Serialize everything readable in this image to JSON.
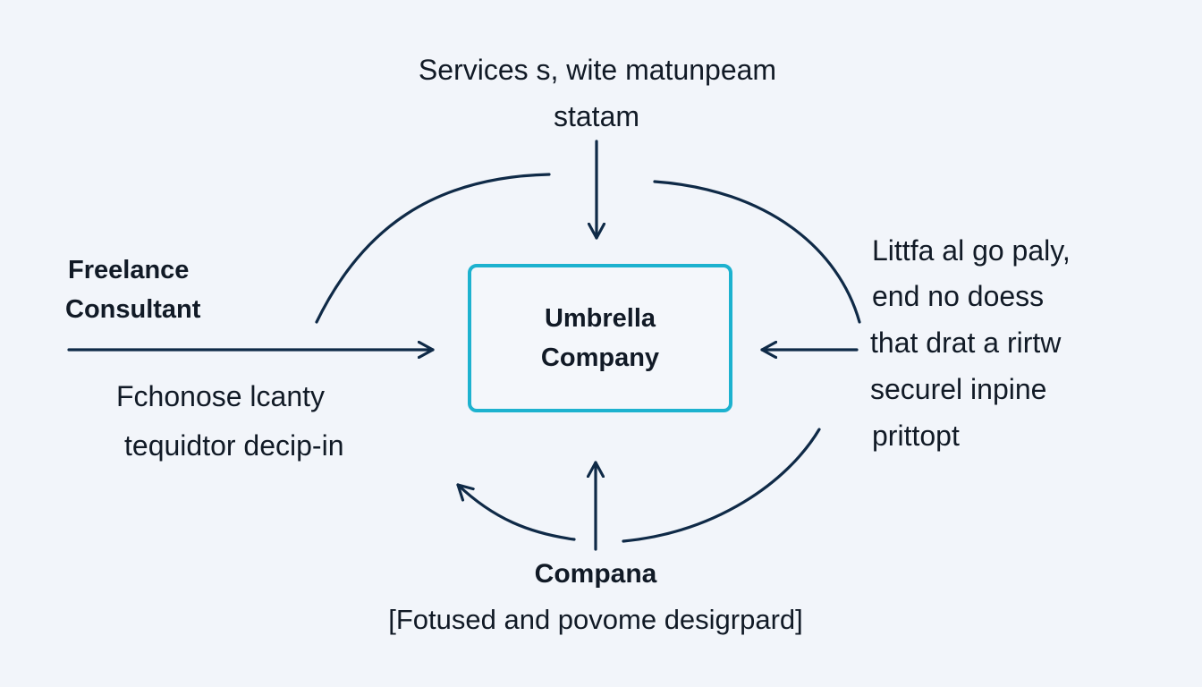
{
  "colors": {
    "background": "#f2f5fa",
    "arrow": "#0f2a47",
    "box_border": "#1db2cf",
    "text": "#111a26"
  },
  "top": {
    "line1": "Services s, wite matunpeam",
    "line2": "statam"
  },
  "left": {
    "title_line1": "Freelance",
    "title_line2": "Consultant",
    "desc_line1": "Fchonose lcanty",
    "desc_line2": "tequidtor decip-in"
  },
  "center": {
    "line1": "Umbrella",
    "line2": "Company"
  },
  "right": {
    "line1": "Littfa al go paly,",
    "line2": "end no doess",
    "line3": "that drat a rirtw",
    "line4": "securel inpine",
    "line5": "prittopt"
  },
  "bottom": {
    "title": "Compana",
    "caption": "[Fotused and povome desigrpard]"
  }
}
